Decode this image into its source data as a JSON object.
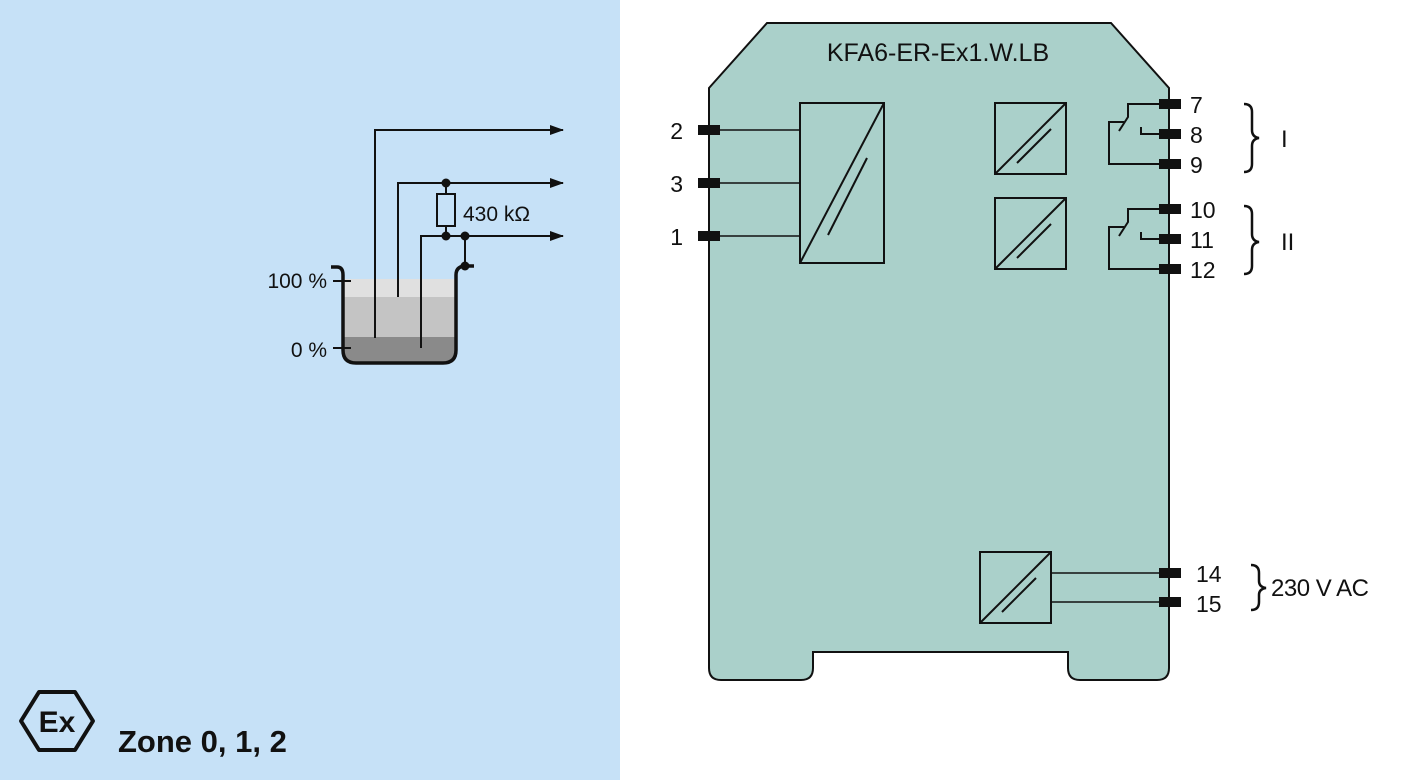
{
  "colors": {
    "hazard_area": "#c6e1f7",
    "device_body": "#aad0ca",
    "line": "#111111",
    "liquid_top": "#e0e0e0",
    "liquid_mid": "#c4c4c4",
    "liquid_bottom": "#8a8a8a"
  },
  "device": {
    "title": "KFA6-ER-Ex1.W.LB",
    "input_terminals": [
      {
        "id": "2",
        "label": "2"
      },
      {
        "id": "3",
        "label": "3"
      },
      {
        "id": "1",
        "label": "1"
      }
    ],
    "relay_groups": [
      {
        "name": "I",
        "terminals": [
          "7",
          "8",
          "9"
        ]
      },
      {
        "name": "II",
        "terminals": [
          "10",
          "11",
          "12"
        ]
      }
    ],
    "power": {
      "terminals": [
        "14",
        "15"
      ],
      "label": "230 V AC"
    }
  },
  "sensor": {
    "resistor_label": "430 kΩ",
    "level_max": "100 %",
    "level_min": "0 %"
  },
  "hazard": {
    "symbol": "Ex",
    "zone_label": "Zone 0, 1, 2"
  }
}
